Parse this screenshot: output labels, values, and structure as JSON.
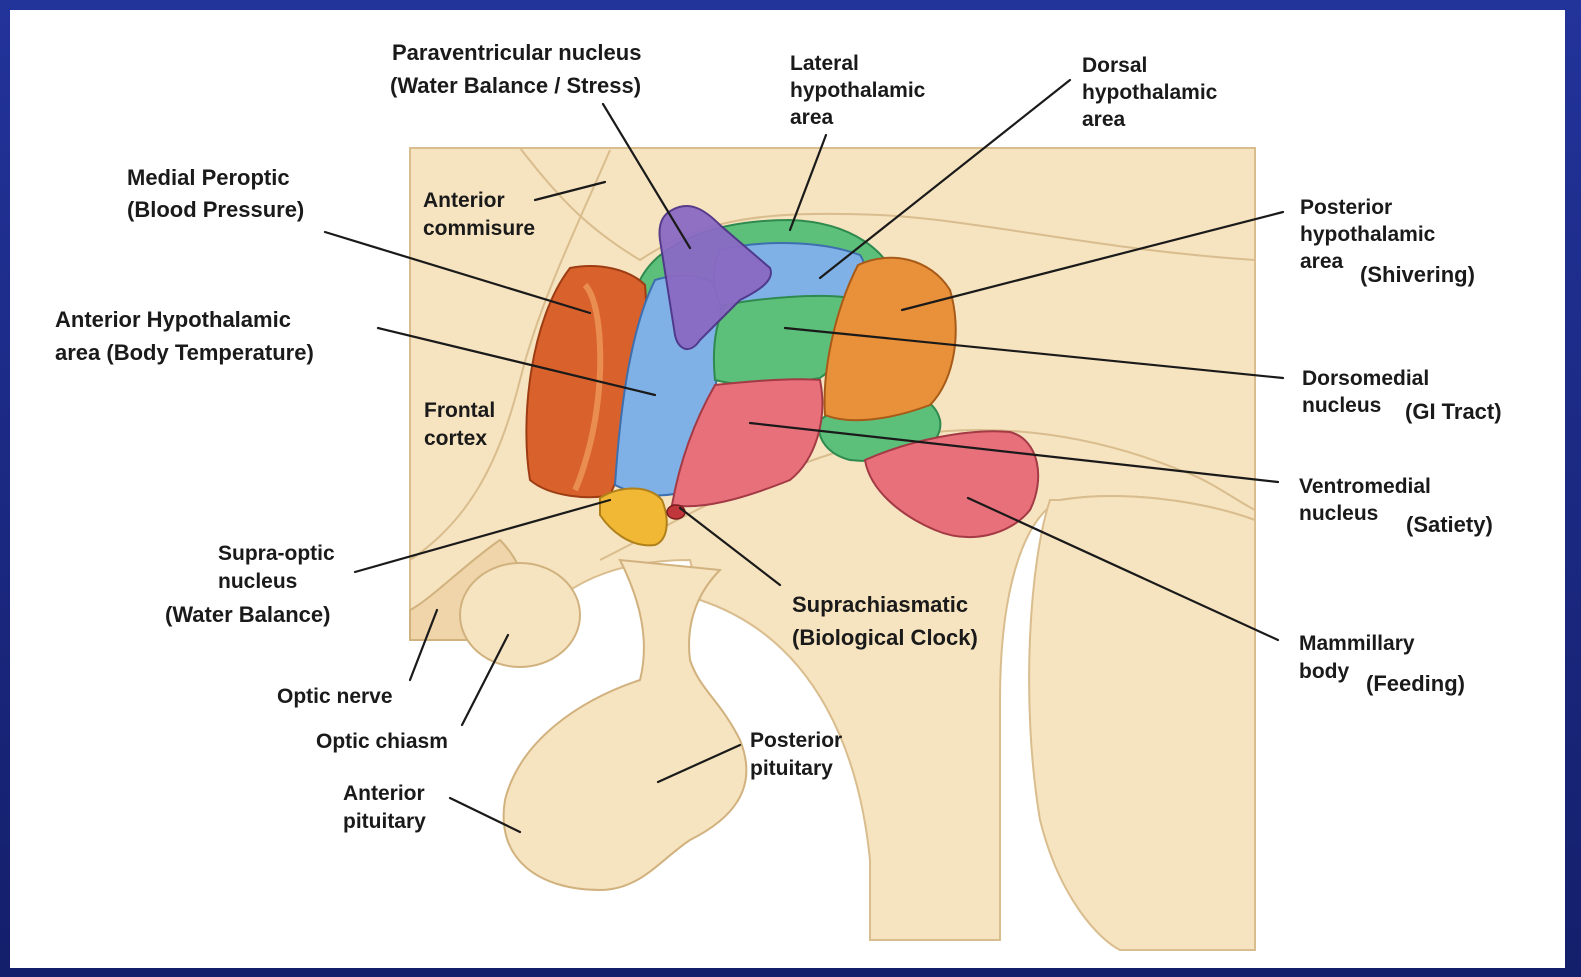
{
  "labels": {
    "paraventricular": [
      "Paraventricular nucleus",
      "(Water Balance / Stress)"
    ],
    "lateral": [
      "Lateral",
      "hypothalamic",
      "area"
    ],
    "dorsal": [
      "Dorsal",
      "hypothalamic",
      "area"
    ],
    "medial_preoptic": [
      "Medial Peroptic",
      "(Blood Pressure)"
    ],
    "anterior_commisure": [
      "Anterior",
      "commisure"
    ],
    "posterior_hypo": [
      "Posterior",
      "hypothalamic",
      "area",
      "(Shivering)"
    ],
    "anterior_hypo": [
      "Anterior Hypothalamic",
      "area (Body Temperature)"
    ],
    "frontal_cortex": [
      "Frontal",
      "cortex"
    ],
    "dorsomedial": [
      "Dorsomedial",
      "nucleus",
      "(GI Tract)"
    ],
    "ventromedial": [
      "Ventromedial",
      "nucleus",
      "(Satiety)"
    ],
    "supraoptic": [
      "Supra-optic",
      "nucleus",
      "(Water Balance)"
    ],
    "suprachiasmatic": [
      "Suprachiasmatic",
      "(Biological Clock)"
    ],
    "mammillary": [
      "Mammillary",
      "body",
      "(Feeding)"
    ],
    "optic_nerve": [
      "Optic nerve"
    ],
    "optic_chiasm": [
      "Optic chiasm"
    ],
    "posterior_pituitary": [
      "Posterior",
      "pituitary"
    ],
    "anterior_pituitary": [
      "Anterior",
      "pituitary"
    ]
  },
  "colors": {
    "frame": "#1b2a7a",
    "tissue": "#f6e3bf",
    "tissue_shade": "#e9cfa2",
    "blue": "#7fb0e6",
    "green": "#5cc07a",
    "orange": "#e8903a",
    "red_orange": "#d9622c",
    "pink": "#e8707a",
    "purple": "#8a6ac4",
    "yellow": "#f0b835"
  }
}
